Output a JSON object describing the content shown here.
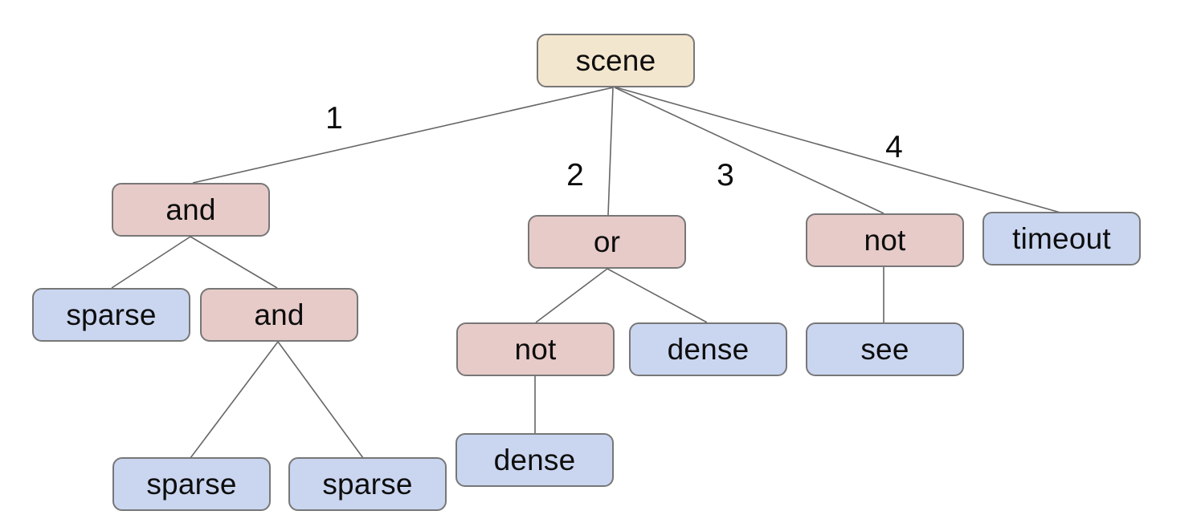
{
  "diagram": {
    "type": "tree",
    "colors": {
      "root_fill": "#f3e6ce",
      "operator_fill": "#e7cbc9",
      "leaf_fill": "#cad6f0",
      "border": "#777777",
      "edge": "#666666",
      "text": "#0d0d0d",
      "background": "#ffffff"
    },
    "nodes": [
      {
        "label": "scene",
        "kind": "root"
      },
      {
        "label": "and",
        "kind": "operator"
      },
      {
        "label": "or",
        "kind": "operator"
      },
      {
        "label": "not",
        "kind": "operator"
      },
      {
        "label": "timeout",
        "kind": "leaf"
      },
      {
        "label": "sparse",
        "kind": "leaf"
      },
      {
        "label": "and",
        "kind": "operator"
      },
      {
        "label": "not",
        "kind": "operator"
      },
      {
        "label": "dense",
        "kind": "leaf"
      },
      {
        "label": "see",
        "kind": "leaf"
      },
      {
        "label": "sparse",
        "kind": "leaf"
      },
      {
        "label": "sparse",
        "kind": "leaf"
      },
      {
        "label": "dense",
        "kind": "leaf"
      }
    ],
    "edge_labels": [
      {
        "text": "1"
      },
      {
        "text": "2"
      },
      {
        "text": "3"
      },
      {
        "text": "4"
      }
    ],
    "tree": {
      "label": "scene",
      "children": [
        {
          "edge": "1",
          "label": "and",
          "children": [
            {
              "label": "sparse"
            },
            {
              "label": "and",
              "children": [
                {
                  "label": "sparse"
                },
                {
                  "label": "sparse"
                }
              ]
            }
          ]
        },
        {
          "edge": "2",
          "label": "or",
          "children": [
            {
              "label": "not",
              "children": [
                {
                  "label": "dense"
                }
              ]
            },
            {
              "label": "dense"
            }
          ]
        },
        {
          "edge": "3",
          "label": "not",
          "children": [
            {
              "label": "see"
            }
          ]
        },
        {
          "edge": "4",
          "label": "timeout"
        }
      ]
    }
  }
}
